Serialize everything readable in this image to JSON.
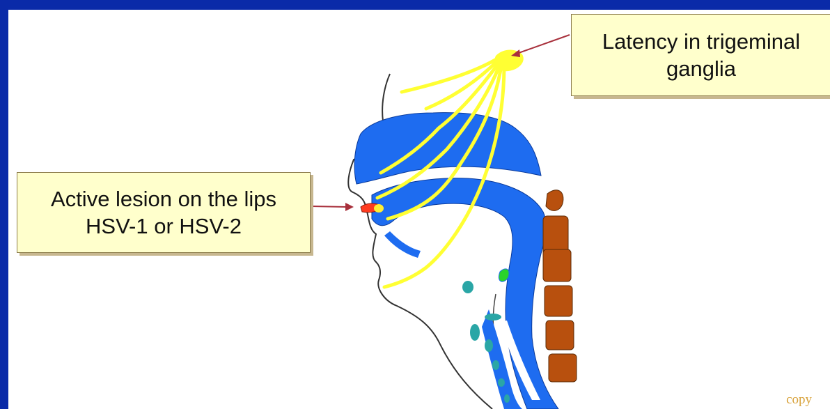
{
  "labels": {
    "latency_line1": "Latency in trigeminal",
    "latency_line2": "ganglia",
    "active_line1": "Active lesion on the lips",
    "active_line2": "HSV-1 or HSV-2"
  },
  "footer": {
    "copy_text": "copy"
  },
  "colors": {
    "background": "#0a2aa8",
    "airway": "#1e6cf0",
    "nerve": "#ffff33",
    "vertebrae": "#b8500e",
    "label_fill": "#ffffcc",
    "arrow": "#a8303c",
    "lesion": "#ff3b1f"
  }
}
